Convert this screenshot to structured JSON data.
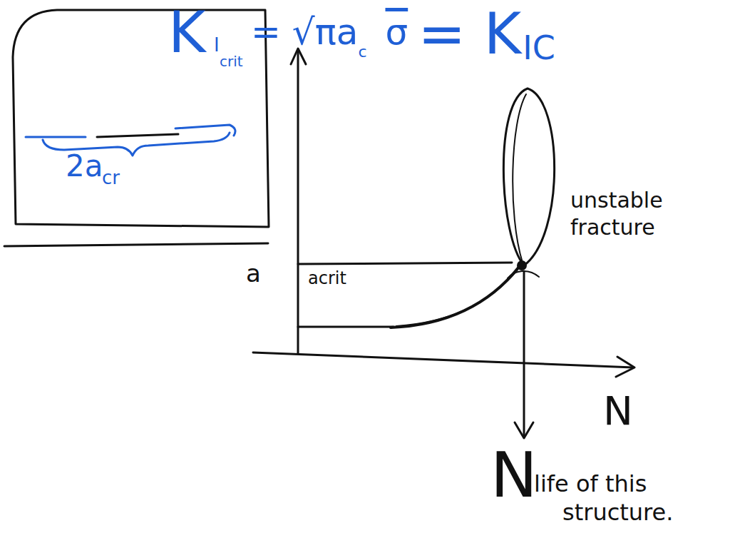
{
  "diagram": {
    "labels": [
      "2a",
      "cr",
      "K",
      "I",
      "crit",
      "= √πa",
      "c",
      "σ",
      "= K",
      "IC",
      "unstable fracture",
      "a",
      "acrit",
      "N",
      "N",
      "life of this structure."
    ]
  }
}
